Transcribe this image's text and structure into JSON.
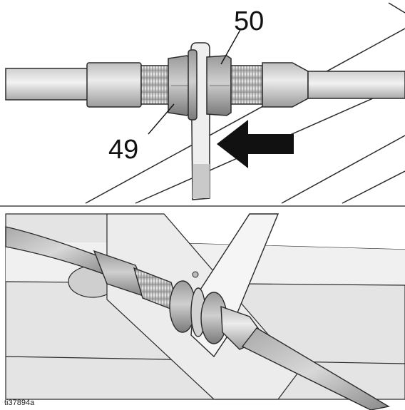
{
  "figure": {
    "callouts": {
      "top": "50",
      "left": "49"
    },
    "figure_id": "ti37894a"
  },
  "colors": {
    "outline": "#2a2a2a",
    "metal_light": "#d9d9d9",
    "metal_mid": "#bdbdbd",
    "metal_dark": "#8f8f8f",
    "arrow": "#111111"
  }
}
